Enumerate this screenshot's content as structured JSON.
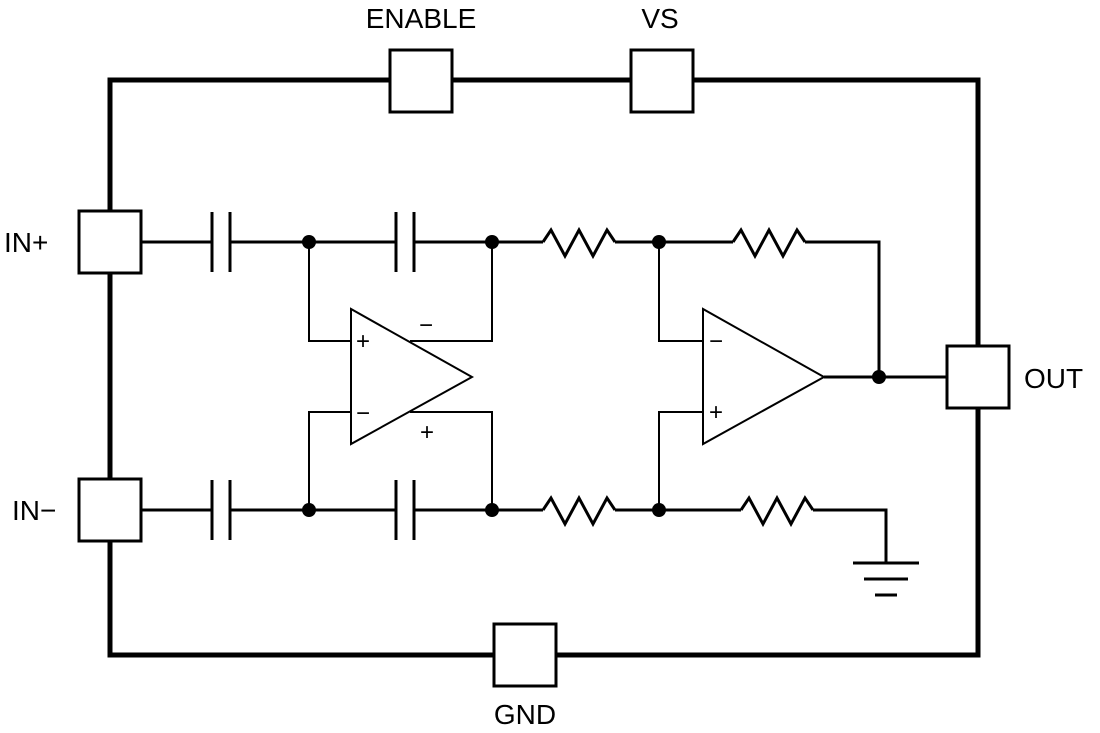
{
  "pins": {
    "enable": "ENABLE",
    "vs": "VS",
    "in_plus": "IN+",
    "in_minus": "IN−",
    "out": "OUT",
    "gnd": "GND"
  },
  "amp1": {
    "plus": "+",
    "minus": "−",
    "out_minus": "−",
    "out_plus": "+"
  },
  "amp2": {
    "minus": "−",
    "plus": "+"
  }
}
